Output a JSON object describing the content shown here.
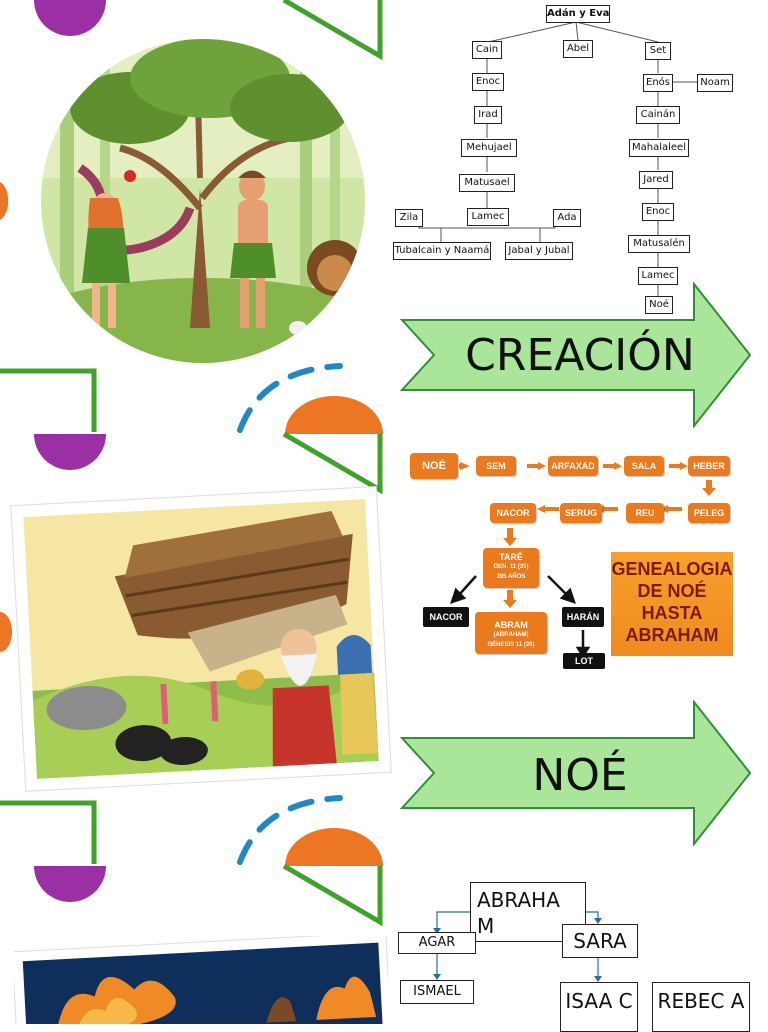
{
  "colors": {
    "purple": "#9b2fa4",
    "green": "#3ea329",
    "orange": "#ec7624",
    "blue": "#1e88c9",
    "arrow_fill": "#a9e69a",
    "arrow_stroke": "#2f8f3b",
    "box_orange": "#ea7a1b",
    "sky": "#0e2f5c"
  },
  "tree1": {
    "root": "Adán y Eva",
    "cain": "Cain",
    "abel": "Abel",
    "set": "Set",
    "cain_line": [
      "Enoc",
      "Irad",
      "Mehujael",
      "Matusael",
      "Lamec"
    ],
    "zila": "Zila",
    "ada": "Ada",
    "zila_children": "Tubalcain y Naamá",
    "ada_children": "Jabal y Jubal",
    "set_line": [
      "Enós",
      "Cainán",
      "Mahalaleel",
      "Jared",
      "Enoc",
      "Matusalén",
      "Lamec",
      "Noé"
    ],
    "noam": "Noam"
  },
  "arrow1": {
    "label": "CREACIÓN"
  },
  "tree2": {
    "row1": [
      "NOÉ",
      "SEM",
      "ARFAXAD",
      "SALA",
      "HEBER"
    ],
    "row2": [
      "NACOR",
      "SERUG",
      "REU",
      "PELEG"
    ],
    "tare": {
      "name": "TARÉ",
      "ref": "GEN. 11 (25)",
      "age": "205 AÑOS"
    },
    "abram": {
      "name": "ABRAM",
      "alt": "(ABRAHAM)",
      "ref": "GÉNESIS 11 (26)"
    },
    "nacor2": "NACOR",
    "haran": "HARÁN",
    "lot": "LOT",
    "title": [
      "GENEALOGIA",
      "DE NOÉ",
      "HASTA",
      "ABRAHAM"
    ]
  },
  "arrow2": {
    "label": "NOÉ"
  },
  "tree3": {
    "abraham": "ABRAHA M",
    "sara": "SARA",
    "agar": "AGAR",
    "ismael": "ISMAEL",
    "isaac": "ISAA C",
    "rebeca": "REBEC A"
  },
  "icons": {
    "eden": "adam-eve-illustration",
    "ark": "noah-ark-illustration",
    "fire": "fire-illustration"
  }
}
